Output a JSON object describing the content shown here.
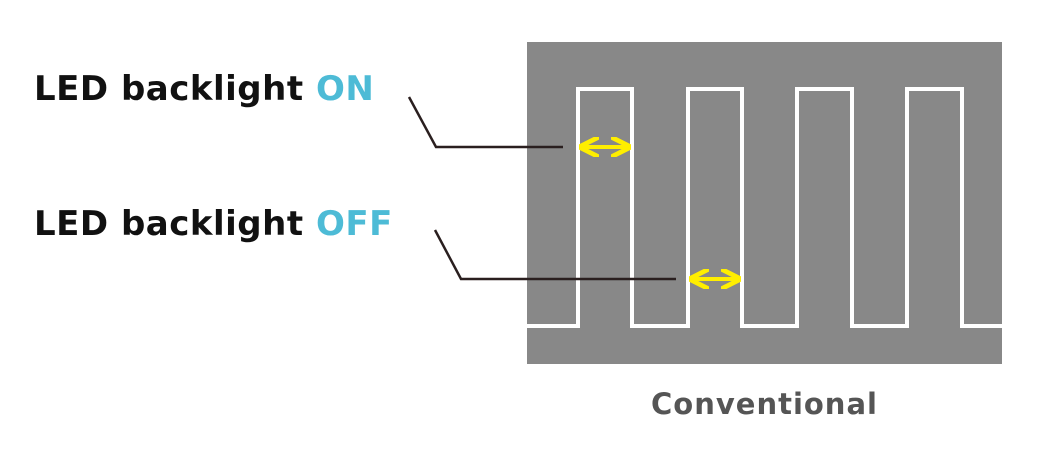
{
  "labels": {
    "on_prefix": "LED backlight ",
    "on_state": "ON",
    "off_prefix": "LED backlight ",
    "off_state": "OFF"
  },
  "caption": "Conventional",
  "colors": {
    "panel": "#888888",
    "waveform": "#ffffff",
    "arrow": "#ffee00",
    "state_text": "#4dbbd6",
    "leader_line": "#2a1f1f",
    "caption_text": "#555555"
  },
  "waveform": {
    "pulse_count": 4,
    "duty_cycle_on": 0.5
  }
}
